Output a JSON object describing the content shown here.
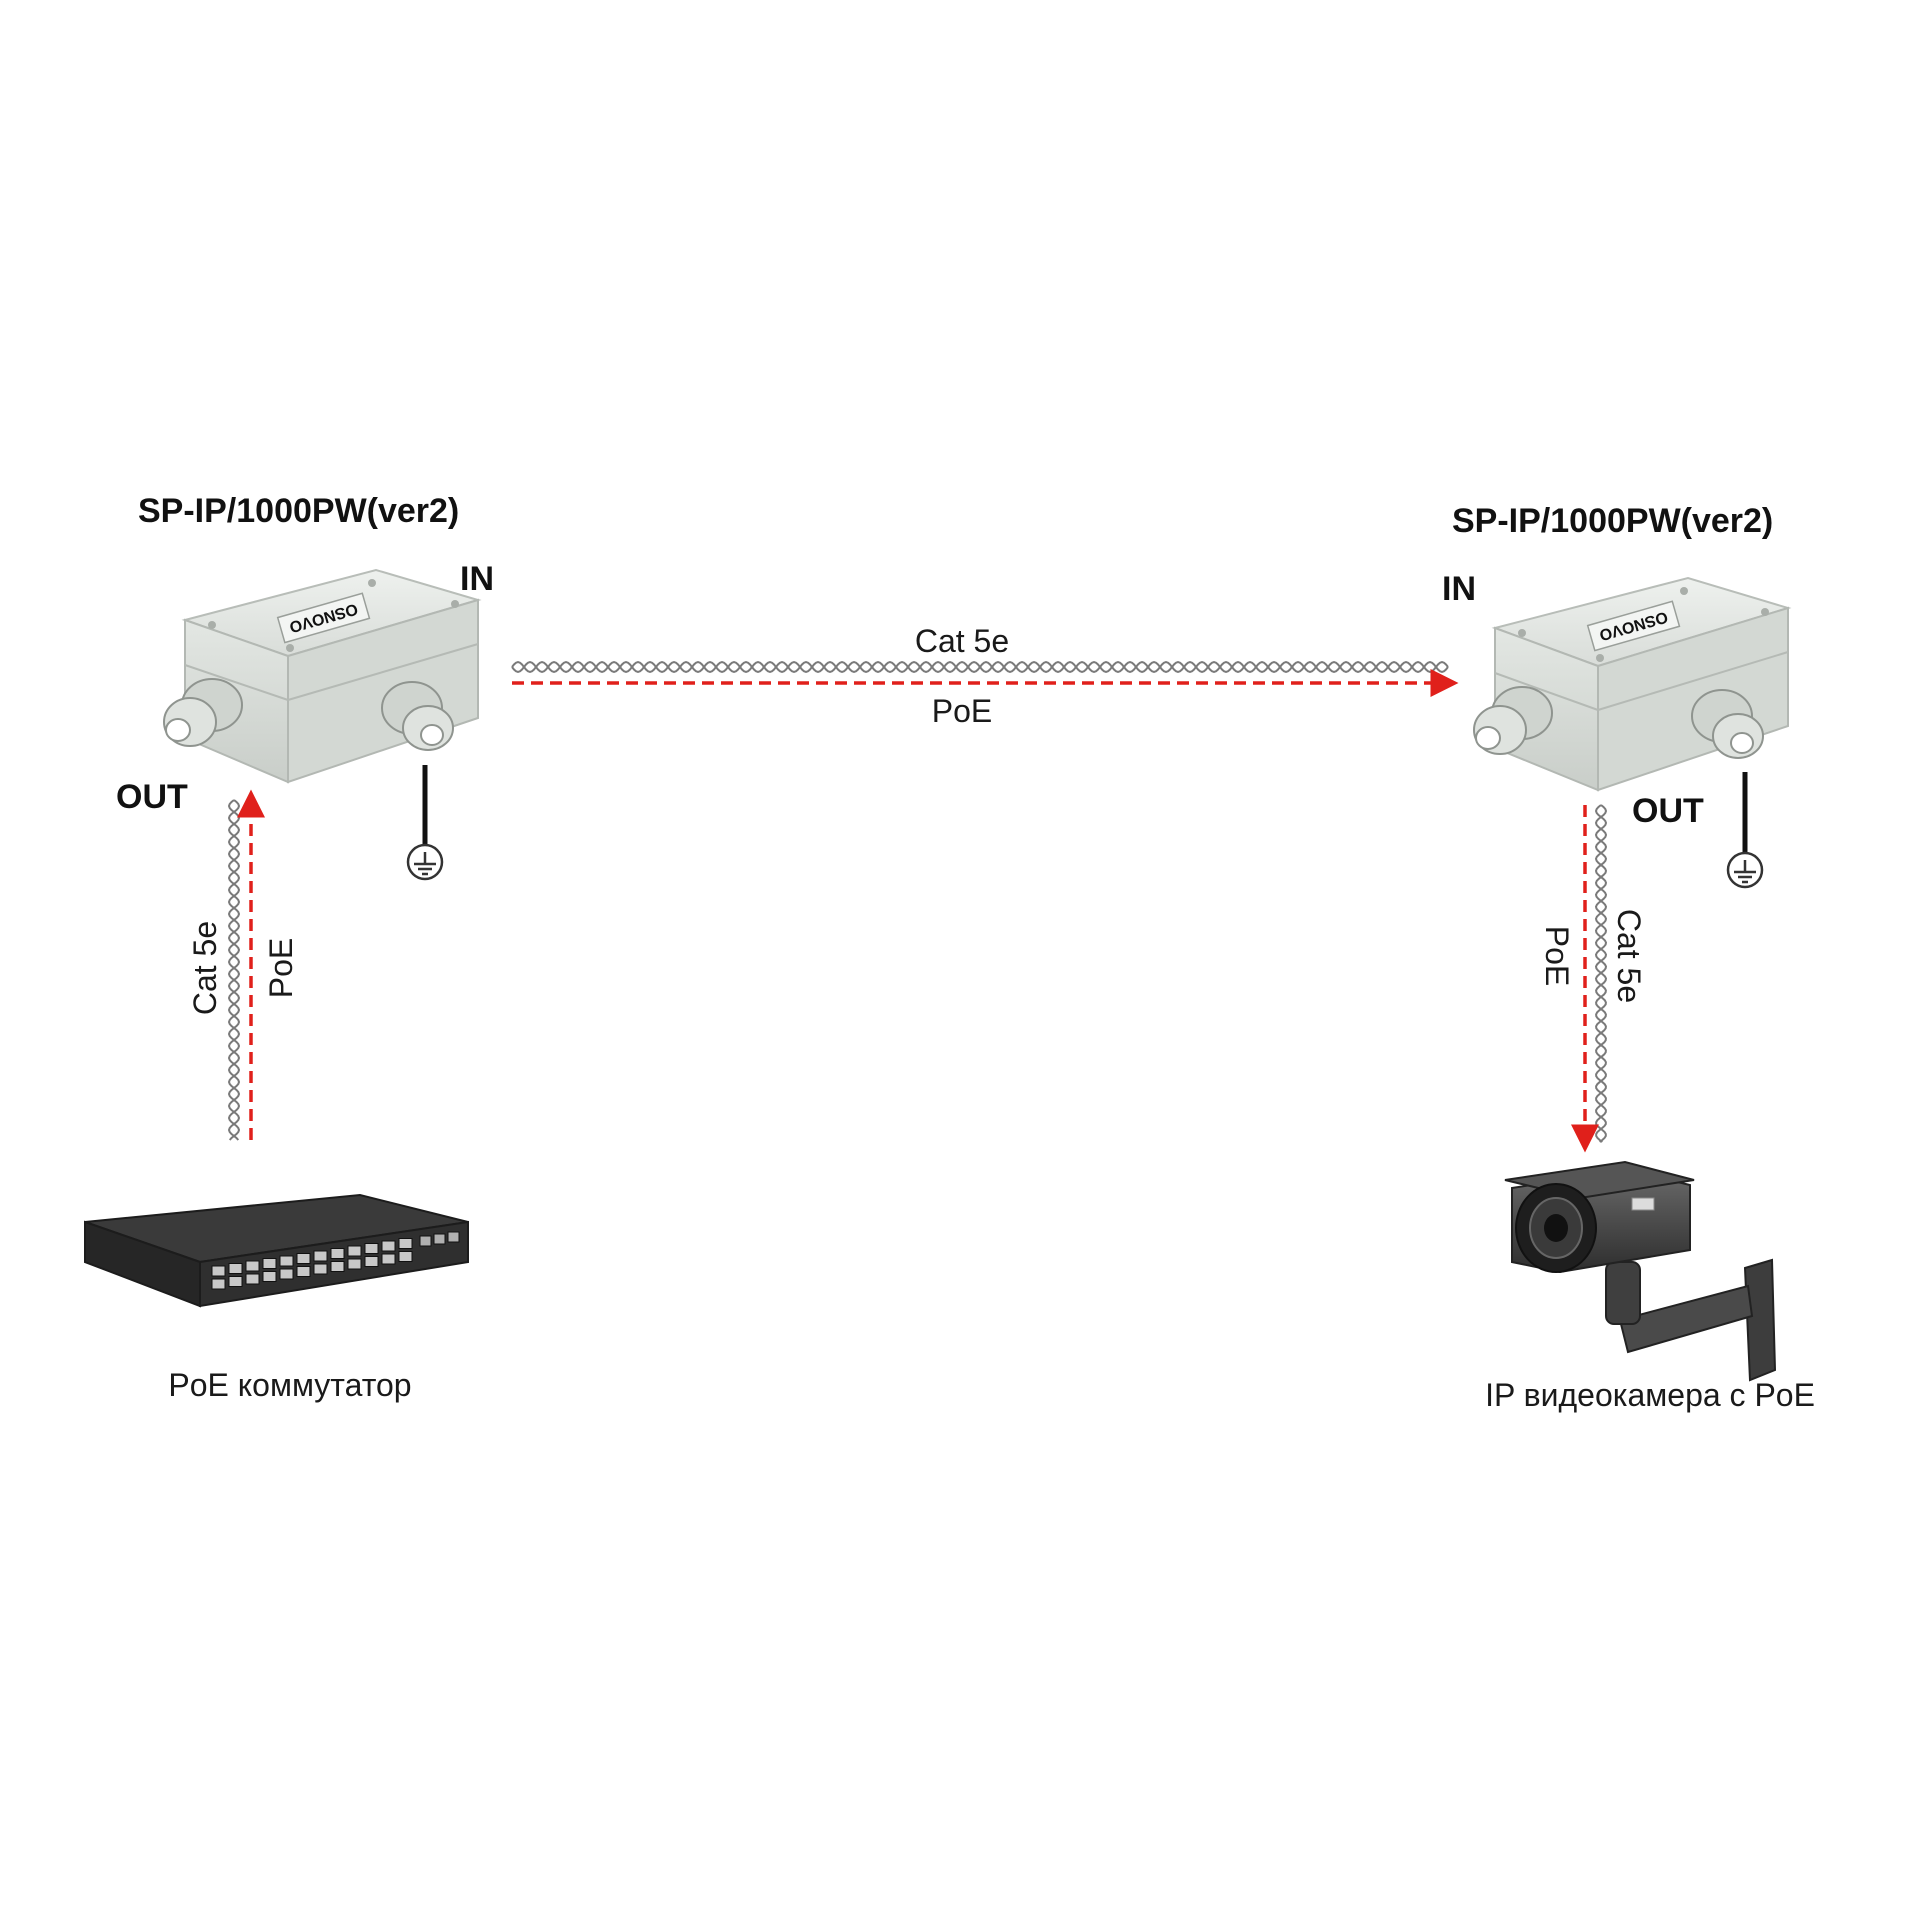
{
  "colors": {
    "poe_arrow": "#e0201b",
    "cable": "#7a7a7a",
    "enclosure": "#dde2de",
    "switch_body": "#2b2b2b",
    "camera_body": "#4a4a4a"
  },
  "devices": {
    "left_splitter": {
      "model": "SP-IP/1000PW(ver2)",
      "brand": "OSNOVO",
      "port_in": "IN",
      "port_out": "OUT"
    },
    "right_splitter": {
      "model": "SP-IP/1000PW(ver2)",
      "brand": "OSNOVO",
      "port_in": "IN",
      "port_out": "OUT"
    },
    "switch": {
      "caption": "PoE коммутатор"
    },
    "camera": {
      "caption": "IP видеокамера с PoE"
    }
  },
  "links": {
    "main": {
      "cable": "Cat 5e",
      "power": "PoE"
    },
    "switch_uplink": {
      "cable": "Cat 5e",
      "power": "PoE"
    },
    "camera_drop": {
      "cable": "Cat 5e",
      "power": "PoE"
    }
  }
}
